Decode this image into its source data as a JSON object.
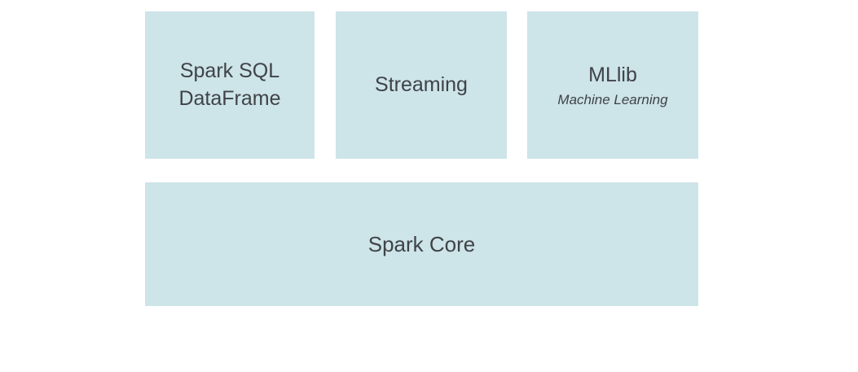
{
  "colors": {
    "box_fill": "#cde4e9",
    "text": "#3f4347",
    "background": "#ffffff"
  },
  "boxes": {
    "spark_sql": {
      "label": "Spark SQL\nDataFrame"
    },
    "streaming": {
      "label": "Streaming"
    },
    "mllib": {
      "label": "MLlib",
      "sublabel": "Machine Learning"
    },
    "spark_core": {
      "label": "Spark Core"
    }
  }
}
